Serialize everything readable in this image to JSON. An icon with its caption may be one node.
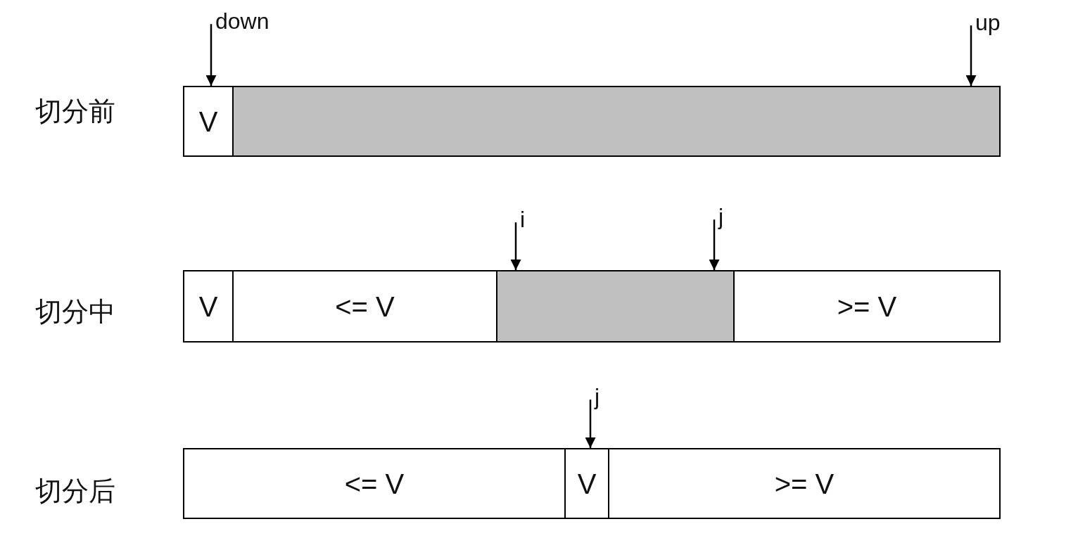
{
  "diagram": {
    "nodes": [
      {
        "text": [
          "down"
        ]
      },
      {
        "text": [
          "up"
        ]
      },
      {
        "text": [
          "V"
        ]
      },
      {
        "text": [],
        "shape": "box"
      },
      {
        "text": [
          "i"
        ]
      },
      {
        "text": [
          "j"
        ]
      },
      {
        "text": [
          "V"
        ]
      },
      {
        "text": [
          "<= V"
        ]
      },
      {
        "text": [],
        "shape": "box"
      },
      {
        "text": [
          ">= V"
        ]
      },
      {
        "text": [
          "j"
        ]
      },
      {
        "text": [
          "<= V"
        ]
      },
      {
        "text": [
          "V"
        ]
      },
      {
        "text": [
          ">= V"
        ]
      }
    ],
    "edges": [
      {
        "from": 0,
        "to": 2,
        "arrow": "to"
      },
      {
        "from": 1,
        "to": 3,
        "arrow": "to"
      },
      {
        "from": 4,
        "to": 8,
        "arrow": "to"
      },
      {
        "from": 5,
        "to": 8,
        "arrow": "to"
      },
      {
        "from": 10,
        "to": 12,
        "arrow": "to"
      }
    ],
    "labels": [
      "切分前",
      "切分中",
      "切分后"
    ]
  }
}
